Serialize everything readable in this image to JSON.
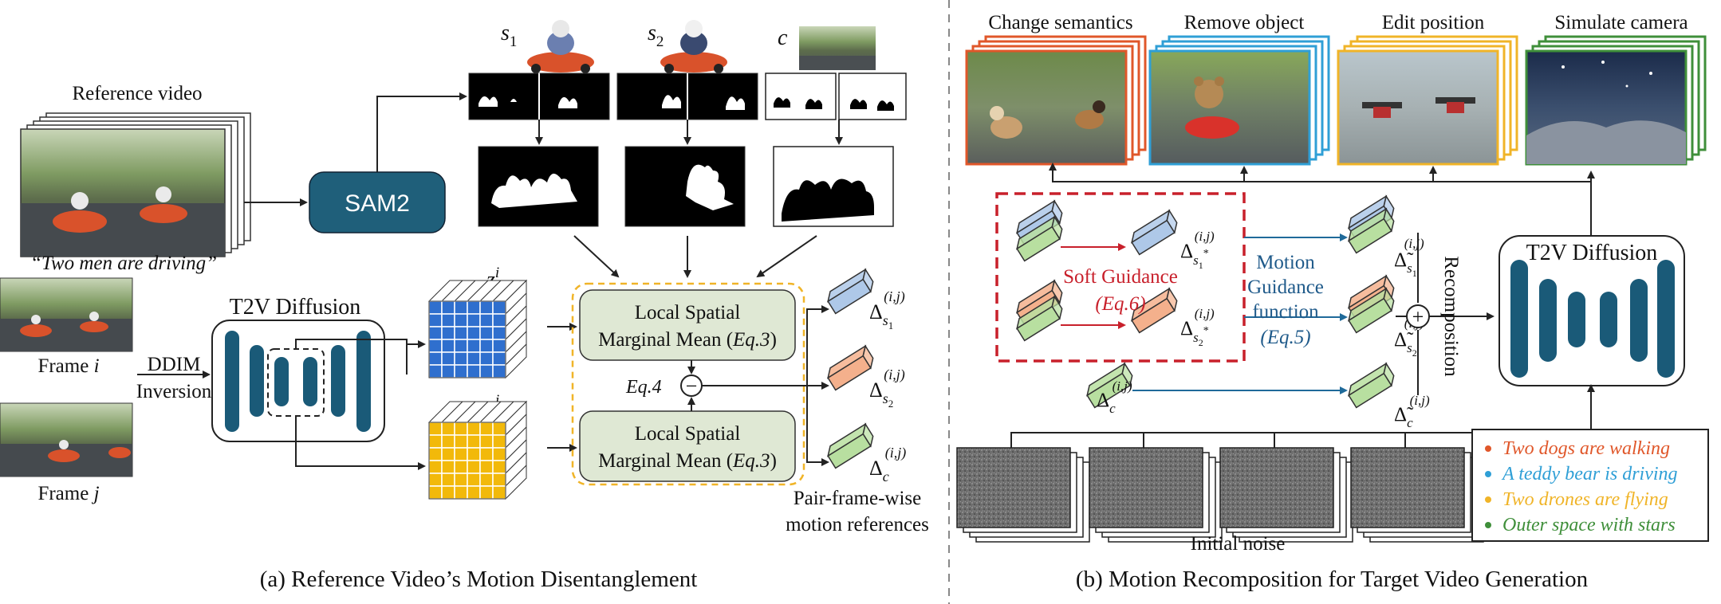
{
  "panel_a": {
    "reference_video_label": "Reference video",
    "prompt_text": "“Two men are driving”",
    "sam2_label": "SAM2",
    "s1_label": "s",
    "s1_sub": "1",
    "s2_label": "s",
    "s2_sub": "2",
    "c_label": "c",
    "t2v_label": "T2V Diffusion",
    "frame_i_label": "Frame ",
    "frame_i_var": "i",
    "frame_j_label": "Frame ",
    "frame_j_var": "j",
    "ddim_line1": "DDIM",
    "ddim_line2": "Inversion",
    "zi_label": "z",
    "zi_sup": "i",
    "zj_label": "z",
    "zj_sup": "j",
    "lsmm_top_line1": "Local Spatial",
    "lsmm_top_line2": "Marginal Mean (",
    "lsmm_top_eq": "Eq.3",
    "lsmm_bottom_line1": "Local Spatial",
    "lsmm_bottom_line2": "Marginal Mean (",
    "lsmm_bottom_eq": "Eq.3",
    "eq4_label": "Eq.4",
    "minus_symbol": "−",
    "delta_s1": "Δ",
    "delta_s1_sub": "s",
    "delta_s1_subsub": "1",
    "delta_s2": "Δ",
    "delta_s2_sub": "s",
    "delta_s2_subsub": "2",
    "delta_c": "Δ",
    "delta_c_sub": "c",
    "delta_sup": "(i,j)",
    "pair_line1": "Pair-frame-wise",
    "pair_line2": "motion references",
    "caption": "(a) Reference Video’s Motion Disentanglement"
  },
  "panel_b": {
    "task_labels": [
      "Change semantics",
      "Remove object",
      "Edit position",
      "Simulate camera"
    ],
    "task_colors": [
      "#e0572a",
      "#2f9fd6",
      "#f0b428",
      "#3f8f3a"
    ],
    "soft_guidance_label": "Soft Guidance",
    "soft_guidance_eq": "(Eq.6)",
    "motion_line1": "Motion",
    "motion_line2": "Guidance",
    "motion_line3": "function",
    "motion_eq": "(Eq.5)",
    "recomposition_label": "Recomposition",
    "plus_symbol": "+",
    "t2v_label": "T2V Diffusion",
    "initial_noise_label": "Initial noise",
    "delta": "Δ",
    "delta_sup": "(i,j)",
    "sub_s1_star": "s",
    "sub_s1_star_idx": "1",
    "sub_s2_star": "s",
    "sub_s2_star_idx": "2",
    "star": "*",
    "sub_c": "c",
    "prompts": [
      {
        "text": "Two dogs are walking",
        "color": "#e0572a"
      },
      {
        "text": "A teddy bear is driving",
        "color": "#2f9fd6"
      },
      {
        "text": "Two drones are flying",
        "color": "#f0b428"
      },
      {
        "text": "Outer space with stars",
        "color": "#3f8f3a"
      }
    ],
    "caption": "(b) Motion Recomposition for Target Video Generation"
  },
  "colors": {
    "unet_blue": "#1a5a78",
    "sam2_fill": "#1f5f7a",
    "cube_blue": "#2f6fce",
    "cube_yellow": "#f2b90a",
    "box_green": "#dfe8d4",
    "dash_yellow": "#f0b428",
    "dash_red": "#c8202b",
    "delta_blue": "#aec8e8",
    "delta_orange": "#f4b08c",
    "delta_green": "#b8dfa0"
  }
}
